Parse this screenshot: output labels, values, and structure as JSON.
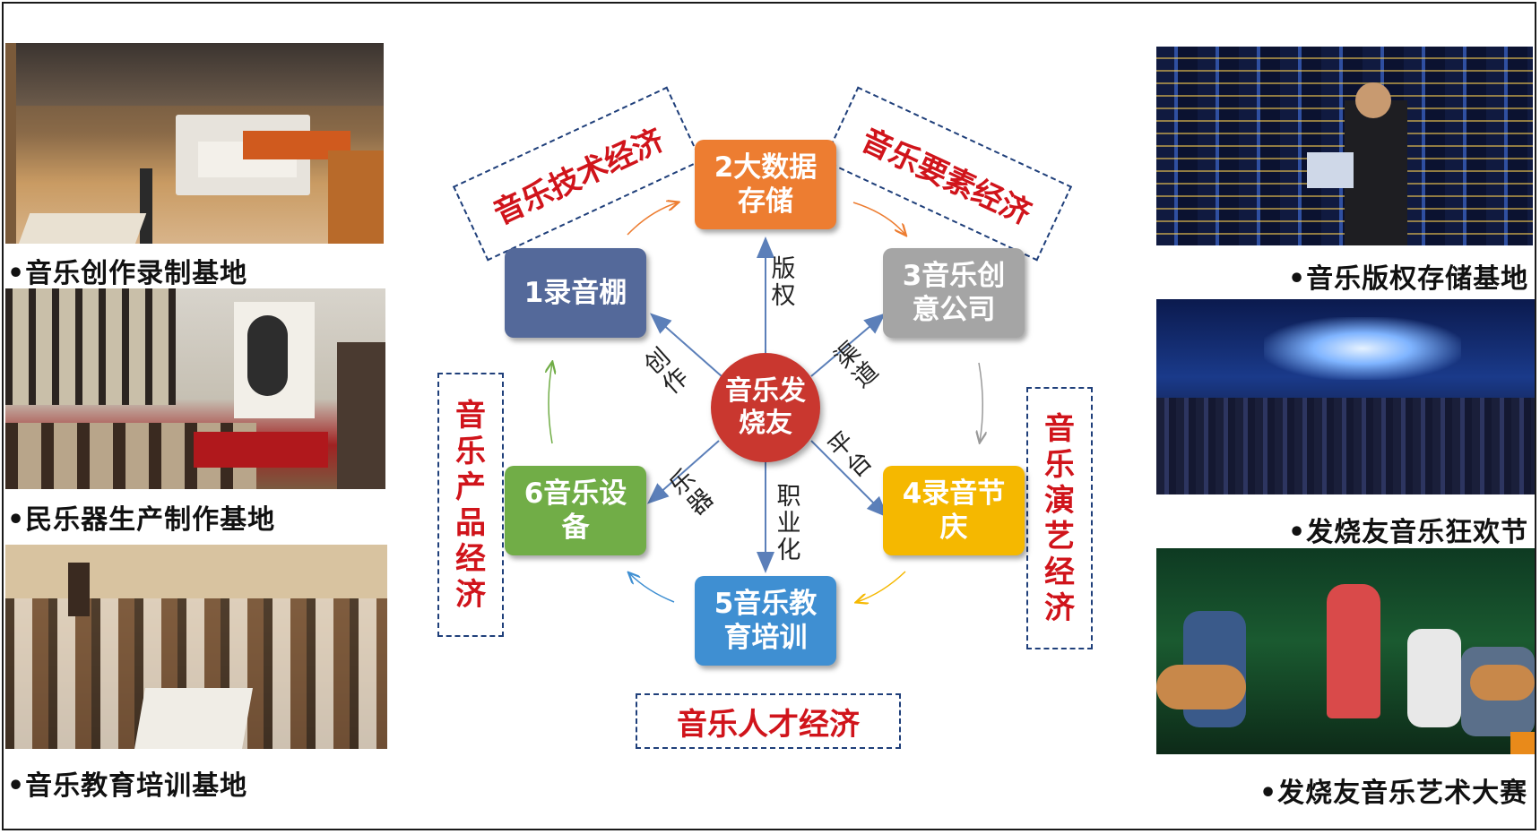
{
  "captions": {
    "left_top": "•音乐创作录制基地",
    "left_mid": "•民乐器生产制作基地",
    "left_bottom": "•音乐教育培训基地",
    "right_top": "•音乐版权存储基地",
    "right_mid": "•发烧友音乐狂欢节",
    "right_bottom": "•发烧友音乐艺术大赛"
  },
  "center": {
    "label": "音乐发烧友",
    "color": "#c9372f"
  },
  "nodes": {
    "n1": {
      "label": "1录音棚",
      "color": "#54699a"
    },
    "n2": {
      "label": "2大数据存储",
      "color": "#ed7d31"
    },
    "n3": {
      "label": "3音乐创意公司",
      "color": "#a5a5a5"
    },
    "n4": {
      "label": "4录音节庆",
      "color": "#f5b800"
    },
    "n5": {
      "label": "5音乐教育培训",
      "color": "#3f8fd2"
    },
    "n6": {
      "label": "6音乐设备",
      "color": "#71ad47"
    }
  },
  "economies": {
    "tech": "音乐技术经济",
    "element": "音乐要素经济",
    "product": "音乐产品经济",
    "performance": "音乐演艺经济",
    "talent": "音乐人才经济"
  },
  "edge_labels": {
    "copyright": "版权",
    "creation": "创作",
    "channel": "渠道",
    "platform": "平台",
    "instrument": "乐器",
    "career": "职业化"
  },
  "colors": {
    "economy_text": "#d0141b",
    "economy_border": "#1f3f7a",
    "arrow_center": "#5b7fb9"
  }
}
